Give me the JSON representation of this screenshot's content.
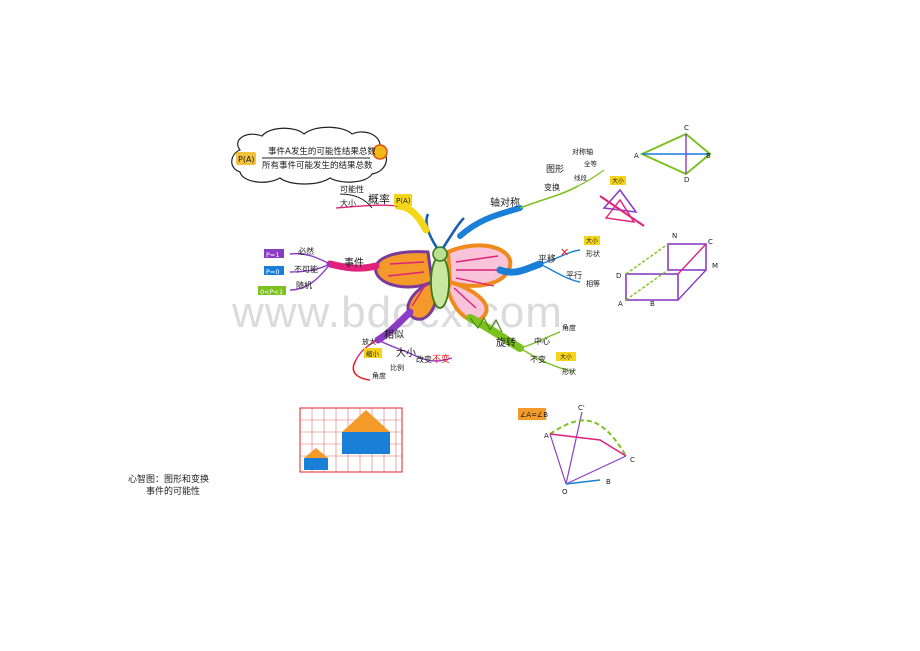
{
  "watermark": "www.bdocx.com",
  "note_lines": [
    "心智图：图形和变换",
    "事件的可能性"
  ],
  "cloud": {
    "badge": "P(A)",
    "line1": "事件A发生的可能性结果总数",
    "line2": "所有事件可能发生的结果总数"
  },
  "probability": {
    "main": "概率",
    "badge": "P(A)",
    "size": "大小",
    "possible": "可能性"
  },
  "event": {
    "main": "事件",
    "certain": "必然",
    "impossible": "不可能",
    "random": "随机",
    "tag1": "P=1",
    "tag2": "P=0",
    "tag3": "0<P<1"
  },
  "axial": {
    "main": "轴对称",
    "figure": "图形",
    "axis": "对称轴",
    "transform": "变换",
    "b1": "全等",
    "b2": "线段",
    "b3": "大小"
  },
  "translation": {
    "main": "平移",
    "b1": "大小",
    "b2": "形状",
    "parallel": "平行",
    "b3": "相等"
  },
  "rotation": {
    "main": "旋转",
    "center": "中心",
    "angle": "角度",
    "invariant": "不变",
    "size": "大小",
    "shape": "形状"
  },
  "similarity": {
    "main": "相似",
    "enlarge": "放大",
    "shrink": "缩小",
    "size": "大小",
    "changed": "改变",
    "unchanged": "不变",
    "angle": "角度",
    "ratio": "比例"
  },
  "geometry": {
    "rhombus": [
      "A",
      "B",
      "C",
      "D"
    ],
    "prism": [
      "A",
      "B",
      "C",
      "D",
      "M",
      "N"
    ],
    "sector_tag": "∠A=∠B",
    "sector": [
      "A",
      "B",
      "C",
      "C'",
      "O"
    ]
  },
  "colors": {
    "orange": "#f08a1c",
    "purple": "#8a3dc4",
    "pink": "#e0207a",
    "green": "#7cc21f",
    "blue": "#1a7fd6",
    "yellow": "#f5d51a",
    "red": "#e22222"
  }
}
